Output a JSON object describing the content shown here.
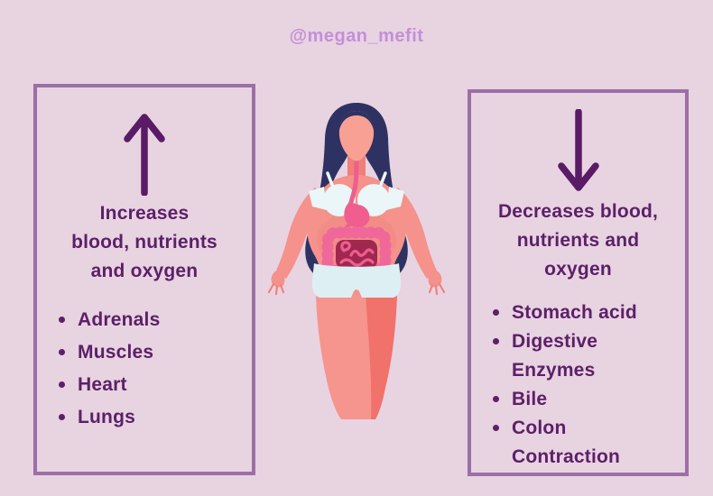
{
  "header": {
    "handle": "@megan_mefit"
  },
  "left_box": {
    "arrow_direction": "up",
    "title_lines": [
      "Increases",
      "blood, nutrients",
      "and oxygen"
    ],
    "title_full": "Increases blood, nutrients and oxygen",
    "items": [
      "Adrenals",
      "Muscles",
      "Heart",
      "Lungs"
    ]
  },
  "right_box": {
    "arrow_direction": "down",
    "title_lines": [
      "Decreases blood,",
      "nutrients and",
      "oxygen"
    ],
    "title_full": "Decreases blood, nutrients and oxygen",
    "items": [
      "Stomach acid",
      "Digestive Enzymes",
      "Bile",
      "Colon Contraction"
    ]
  },
  "illustration": {
    "description": "woman with visible digestive system (esophagus, stomach, intestines)"
  },
  "colors": {
    "background": "#e8d3e1",
    "box_border": "#9c6fa7",
    "text_purple": "#5c2068",
    "arrow_purple": "#5a1b66",
    "handle_purple": "#c48fd8",
    "hair_navy": "#2e3263",
    "skin_salmon": "#f4928b",
    "organ_pink": "#ef5e8e",
    "intestine_maroon": "#9e2850",
    "clothing_white": "#eaf6f8"
  }
}
